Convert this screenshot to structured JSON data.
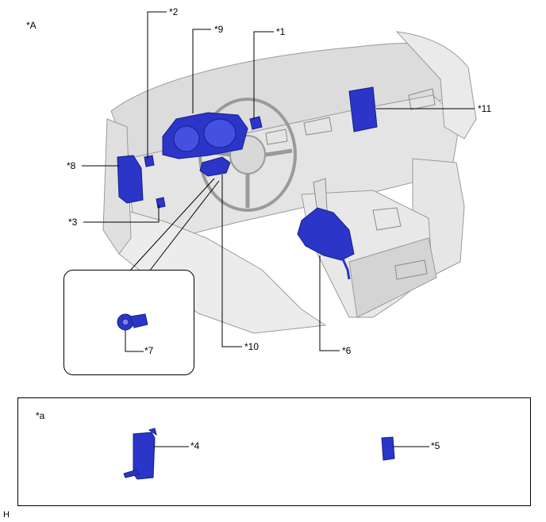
{
  "figure_label": "*A",
  "corner_mark": "H",
  "legend_label": "*a",
  "callouts": {
    "c1": "*1",
    "c2": "*2",
    "c3": "*3",
    "c4": "*4",
    "c5": "*5",
    "c6": "*6",
    "c7": "*7",
    "c8": "*8",
    "c9": "*9",
    "c10": "*10",
    "c11": "*11"
  },
  "colors": {
    "component_blue": "#2b35c8",
    "component_dark": "#161f8a",
    "dashboard_gray": "#d6d6d6",
    "outline_gray": "#9a9a9a",
    "leader_black": "#000000"
  }
}
